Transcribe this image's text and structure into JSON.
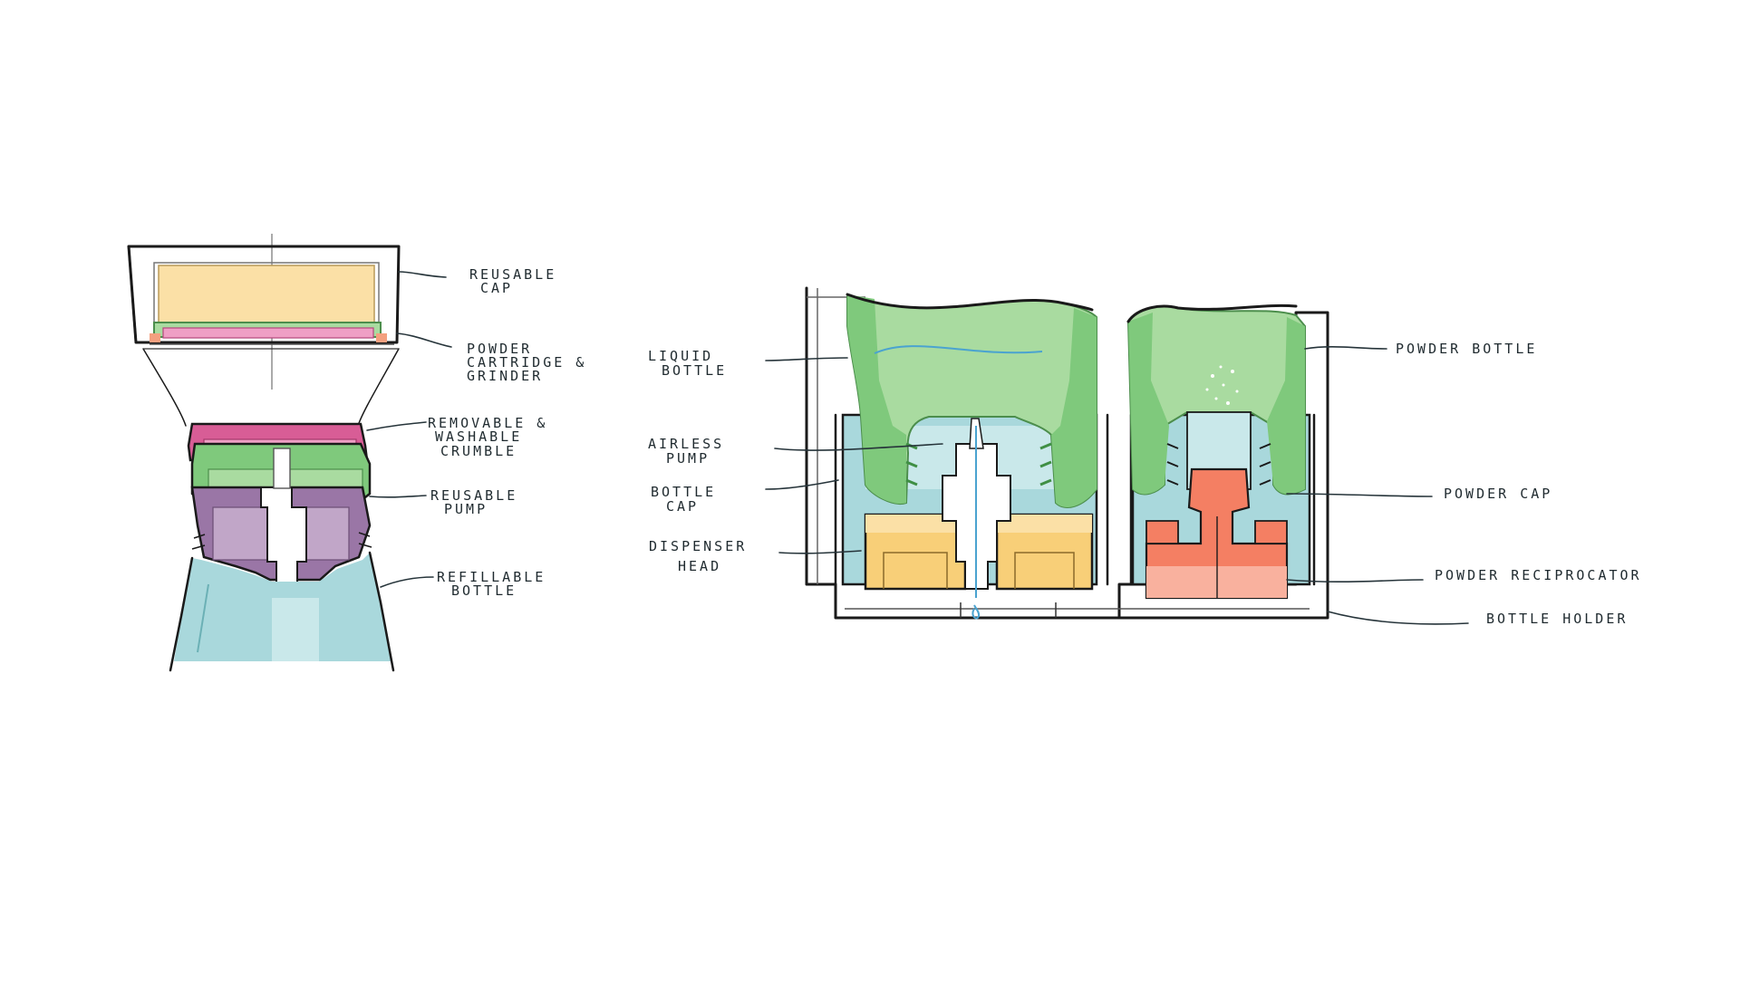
{
  "diagram": {
    "left_assembly": {
      "labels": {
        "reusable_cap": [
          "REUSABLE",
          "CAP"
        ],
        "powder_cartridge": [
          "POWDER",
          "CARTRIDGE &",
          "GRINDER"
        ],
        "removable_crumble": [
          "REMOVABLE &",
          "WASHABLE",
          "CRUMBLE"
        ],
        "reusable_pump": [
          "REUSABLE",
          "PUMP"
        ],
        "refillable_bottle": [
          "REFILLABLE",
          "BOTTLE"
        ]
      }
    },
    "right_assembly": {
      "labels": {
        "liquid_bottle": [
          "LIQUID",
          "BOTTLE"
        ],
        "airless_pump": [
          "AIRLESS",
          "PUMP"
        ],
        "bottle_cap": [
          "BOTTLE",
          "CAP"
        ],
        "dispenser_head": [
          "DISPENSER",
          "HEAD"
        ],
        "powder_bottle": [
          "POWDER BOTTLE"
        ],
        "powder_cap": [
          "POWDER CAP"
        ],
        "powder_reciprocator": [
          "POWDER RECIPROCATOR"
        ],
        "bottle_holder": [
          "BOTTLE HOLDER"
        ]
      }
    },
    "colors": {
      "yellow": "#fbe0a6",
      "orange_yellow": "#f8cf78",
      "pink": "#d85d96",
      "light_pink": "#ef9fc5",
      "green": "#7fc97c",
      "light_green": "#a9dba0",
      "purple": "#9a76a6",
      "light_purple": "#c1a6c8",
      "teal": "#a9d8dc",
      "light_teal": "#c9e8ea",
      "coral": "#f47f63",
      "light_coral": "#f9b19e",
      "ink": "#1a1a1a"
    }
  }
}
